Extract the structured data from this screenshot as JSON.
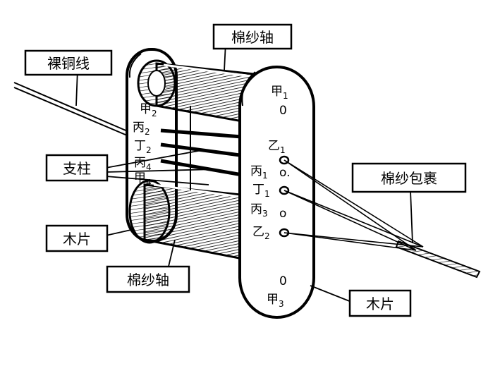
{
  "labels": {
    "top_spool": "棉纱轴",
    "bottom_spool": "棉纱轴",
    "bare_wire": "裸铜线",
    "post": "支柱",
    "wood_left": "木片",
    "wood_right": "木片",
    "wrap": "棉纱包裹"
  },
  "pins": {
    "jia1": {
      "main": "甲",
      "sub": "1"
    },
    "jia2": {
      "main": "甲",
      "sub": "2"
    },
    "jia3": {
      "main": "甲",
      "sub": "3"
    },
    "jia4": {
      "main": "甲",
      "sub": "4"
    },
    "bing1": {
      "main": "丙",
      "sub": "1"
    },
    "bing2": {
      "main": "丙",
      "sub": "2"
    },
    "bing3": {
      "main": "丙",
      "sub": "3"
    },
    "bing4": {
      "main": "丙",
      "sub": "4"
    },
    "yi1": {
      "main": "乙",
      "sub": "1"
    },
    "yi2": {
      "main": "乙",
      "sub": "2"
    },
    "ding1": {
      "main": "丁",
      "sub": "1"
    },
    "ding2": {
      "main": "丁",
      "sub": "2"
    }
  },
  "colors": {
    "ink": "#000000",
    "paper": "#ffffff"
  }
}
